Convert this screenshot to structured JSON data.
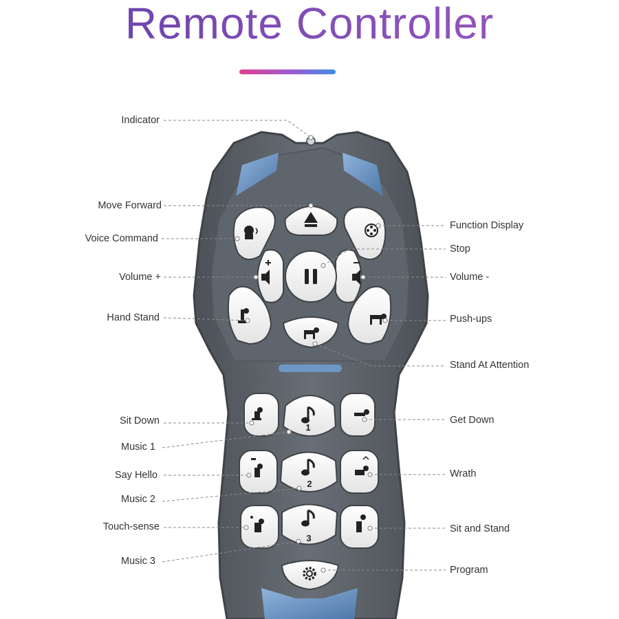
{
  "title": "Remote Controller",
  "colors": {
    "title_start": "#5b3fa8",
    "title_end": "#9b5bc0",
    "body": "#5d636a",
    "body_edge": "#484d53",
    "button": "#f4f4f4",
    "accent_blue": "#6e97c7",
    "leader_line": "#8a8a8a"
  },
  "buttons": {
    "music_1": "1",
    "music_2": "2",
    "music_3": "3"
  },
  "labels_left": {
    "indicator": "Indicator",
    "move_forward": "Move Forward",
    "voice_command": "Voice Command",
    "volume_plus": "Volume +",
    "hand_stand": "Hand Stand",
    "sit_down": "Sit Down",
    "music_1": "Music 1",
    "say_hello": "Say Hello",
    "music_2": "Music 2",
    "touch_sense": "Touch-sense",
    "music_3": "Music 3"
  },
  "labels_right": {
    "function_display": "Function Display",
    "stop": "Stop",
    "volume_minus": "Volume -",
    "push_ups": "Push-ups",
    "stand_at_attention": "Stand At Attention",
    "get_down": "Get Down",
    "wrath": "Wrath",
    "sit_and_stand": "Sit and Stand",
    "program": "Program"
  }
}
